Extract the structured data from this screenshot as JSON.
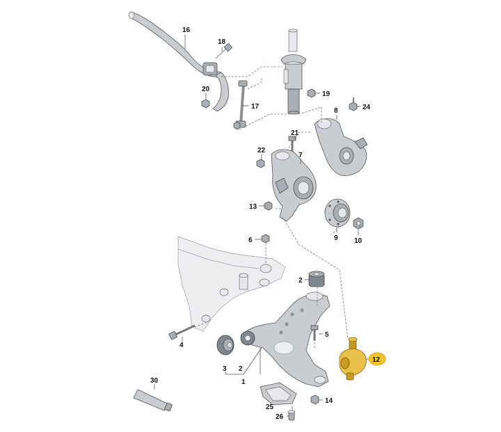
{
  "parts": [
    {
      "id": "16",
      "name": "stabilizer-bar"
    },
    {
      "id": "18",
      "name": "stabilizer-bolt"
    },
    {
      "id": "20",
      "name": "stabilizer-nut"
    },
    {
      "id": "17",
      "name": "coupling-rod"
    },
    {
      "id": "19",
      "name": "strut-nut"
    },
    {
      "id": "8",
      "name": "knuckle-rear-view"
    },
    {
      "id": "24",
      "name": "knuckle-nut"
    },
    {
      "id": "21",
      "name": "clamp-bolt"
    },
    {
      "id": "22",
      "name": "clamp-nut"
    },
    {
      "id": "7",
      "name": "wheel-bearing-housing"
    },
    {
      "id": "13",
      "name": "housing-nut"
    },
    {
      "id": "9",
      "name": "wheel-hub"
    },
    {
      "id": "10",
      "name": "hub-bolt"
    },
    {
      "id": "6",
      "name": "subframe-nut"
    },
    {
      "id": "2",
      "name": "rear-bushing"
    },
    {
      "id": "5",
      "name": "arm-bolt"
    },
    {
      "id": "4",
      "name": "subframe-bolt"
    },
    {
      "id": "12",
      "name": "ball-joint"
    },
    {
      "id": "3",
      "name": "front-bushing"
    },
    {
      "id": "2",
      "name": "front-bushing-label"
    },
    {
      "id": "1",
      "name": "control-arm"
    },
    {
      "id": "30",
      "name": "grease-tube"
    },
    {
      "id": "25",
      "name": "arm-cover"
    },
    {
      "id": "14",
      "name": "ball-joint-nut"
    },
    {
      "id": "26",
      "name": "cover-clip"
    }
  ],
  "highlight_part": "12",
  "colors": {
    "highlight_fill": "#e8c04a",
    "highlight_stroke": "#8a6a12",
    "metal": "#c9cdd2",
    "line": "#555555"
  }
}
